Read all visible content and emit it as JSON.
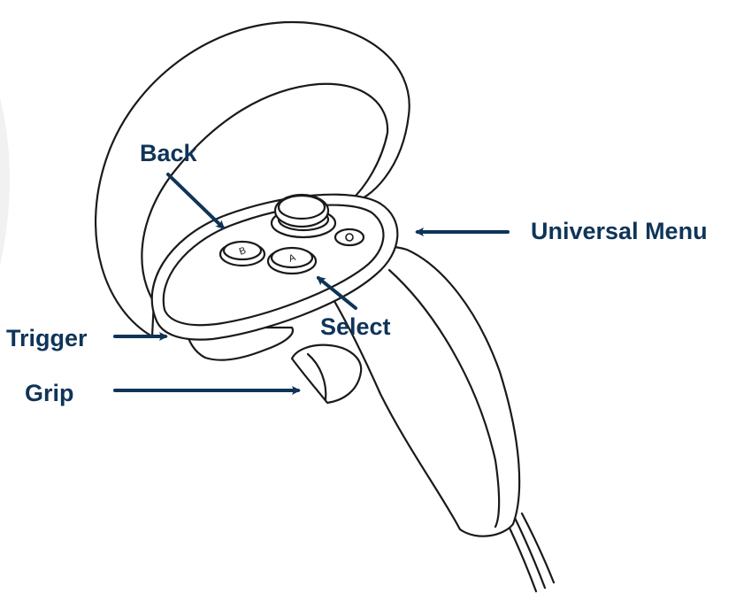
{
  "colors": {
    "label": "#0f3458",
    "arrow": "#0f3458",
    "outline": "#1a1a1a",
    "fill": "#ffffff",
    "background": "#ffffff"
  },
  "labels": {
    "back": "Back",
    "universal_menu": "Universal Menu",
    "select": "Select",
    "trigger": "Trigger",
    "grip": "Grip"
  },
  "buttons": {
    "b": "B",
    "a": "A"
  }
}
